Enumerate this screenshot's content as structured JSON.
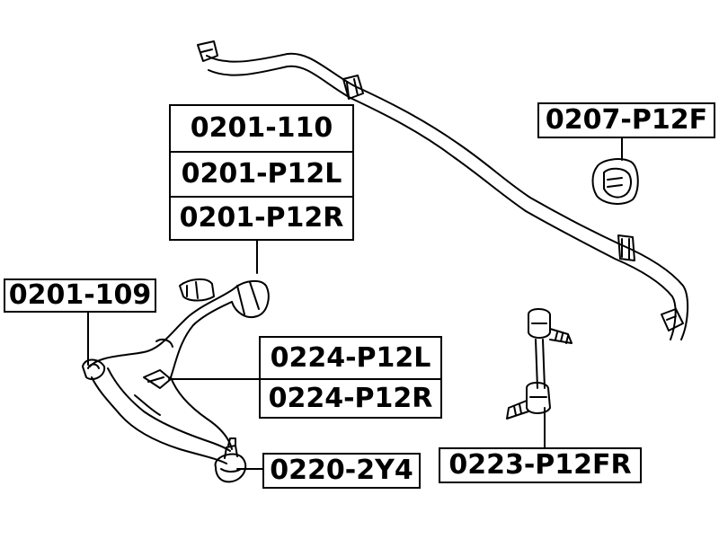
{
  "part_labels": {
    "upper_stack": [
      "0201-110",
      "0201-P12L",
      "0201-P12R"
    ],
    "left_bushing": "0201-109",
    "stabilizer_bushing": "0207-P12F",
    "middle_stack": [
      "0224-P12L",
      "0224-P12R"
    ],
    "ball_joint": "0220-2Y4",
    "stabilizer_link": "0223-P12FR"
  }
}
